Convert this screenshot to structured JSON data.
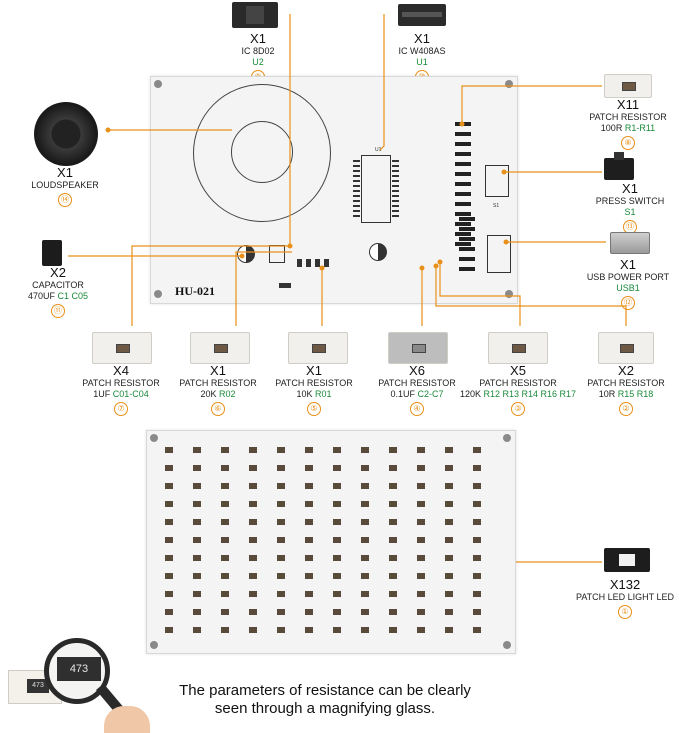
{
  "board_label": "HU-021",
  "top_labels": [
    {
      "qty": "X1",
      "name": "IC 8D02",
      "code": "U2",
      "num": "⑨"
    },
    {
      "qty": "X1",
      "name": "IC W408AS",
      "code": "U1",
      "num": "⑩"
    }
  ],
  "right_labels": [
    {
      "qty": "X11",
      "name": "PATCH RESISTOR",
      "value": "100R",
      "code": "R1-R11",
      "num": "⑧"
    },
    {
      "qty": "X1",
      "name": "PRESS SWITCH",
      "value": "",
      "code": "S1",
      "num": "⑬"
    },
    {
      "qty": "X1",
      "name": "USB POWER PORT",
      "value": "",
      "code": "USB1",
      "num": "⑫"
    }
  ],
  "left_labels": [
    {
      "qty": "X1",
      "name": "LOUDSPEAKER",
      "value": "",
      "code": "",
      "num": "⑭"
    },
    {
      "qty": "X2",
      "name": "CAPACITOR",
      "value": "470UF",
      "code": "C1 C05",
      "num": "⑪"
    }
  ],
  "bottom_row": [
    {
      "qty": "X4",
      "name": "PATCH RESISTOR",
      "value": "1UF",
      "code": "C01-C04",
      "num": "⑦"
    },
    {
      "qty": "X1",
      "name": "PATCH RESISTOR",
      "value": "20K",
      "code": "R02",
      "num": "⑥"
    },
    {
      "qty": "X1",
      "name": "PATCH RESISTOR",
      "value": "10K",
      "code": "R01",
      "num": "⑤"
    },
    {
      "qty": "X6",
      "name": "PATCH RESISTOR",
      "value": "0.1UF",
      "code": "C2-C7",
      "num": "④"
    },
    {
      "qty": "X5",
      "name": "PATCH RESISTOR",
      "value": "120K",
      "code": "R12 R13 R14 R16 R17",
      "num": "③"
    },
    {
      "qty": "X2",
      "name": "PATCH RESISTOR",
      "value": "10R",
      "code": "R15 R18",
      "num": "②"
    }
  ],
  "led_label": {
    "qty": "X132",
    "name": "PATCH LED LIGHT LED",
    "num": "①"
  },
  "magnifier_text": "473",
  "footer_line1": "The parameters of resistance can be clearly",
  "footer_line2": "seen through a magnifying glass.",
  "colors": {
    "leader": "#e8901a",
    "code": "#1a8a3a"
  }
}
